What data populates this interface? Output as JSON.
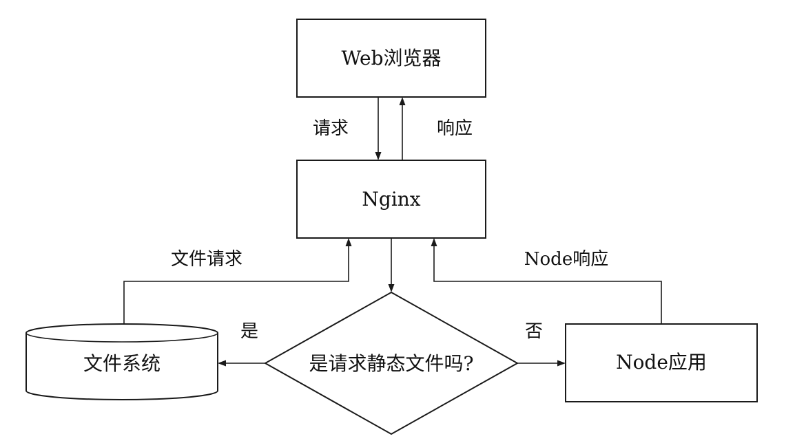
{
  "nodes": {
    "browser": {
      "label": "Web浏览器"
    },
    "nginx": {
      "label": "Nginx"
    },
    "decision": {
      "label": "是请求静态文件吗?"
    },
    "filesystem": {
      "label": "文件系统"
    },
    "node_app": {
      "label": "Node应用"
    }
  },
  "edges": {
    "request": {
      "label": "请求"
    },
    "response": {
      "label": "响应"
    },
    "file_request": {
      "label": "文件请求"
    },
    "node_response": {
      "label": "Node响应"
    },
    "yes": {
      "label": "是"
    },
    "no": {
      "label": "否"
    }
  },
  "colors": {
    "stroke": "#1a1a1a",
    "background": "#ffffff",
    "text": "#111111"
  }
}
